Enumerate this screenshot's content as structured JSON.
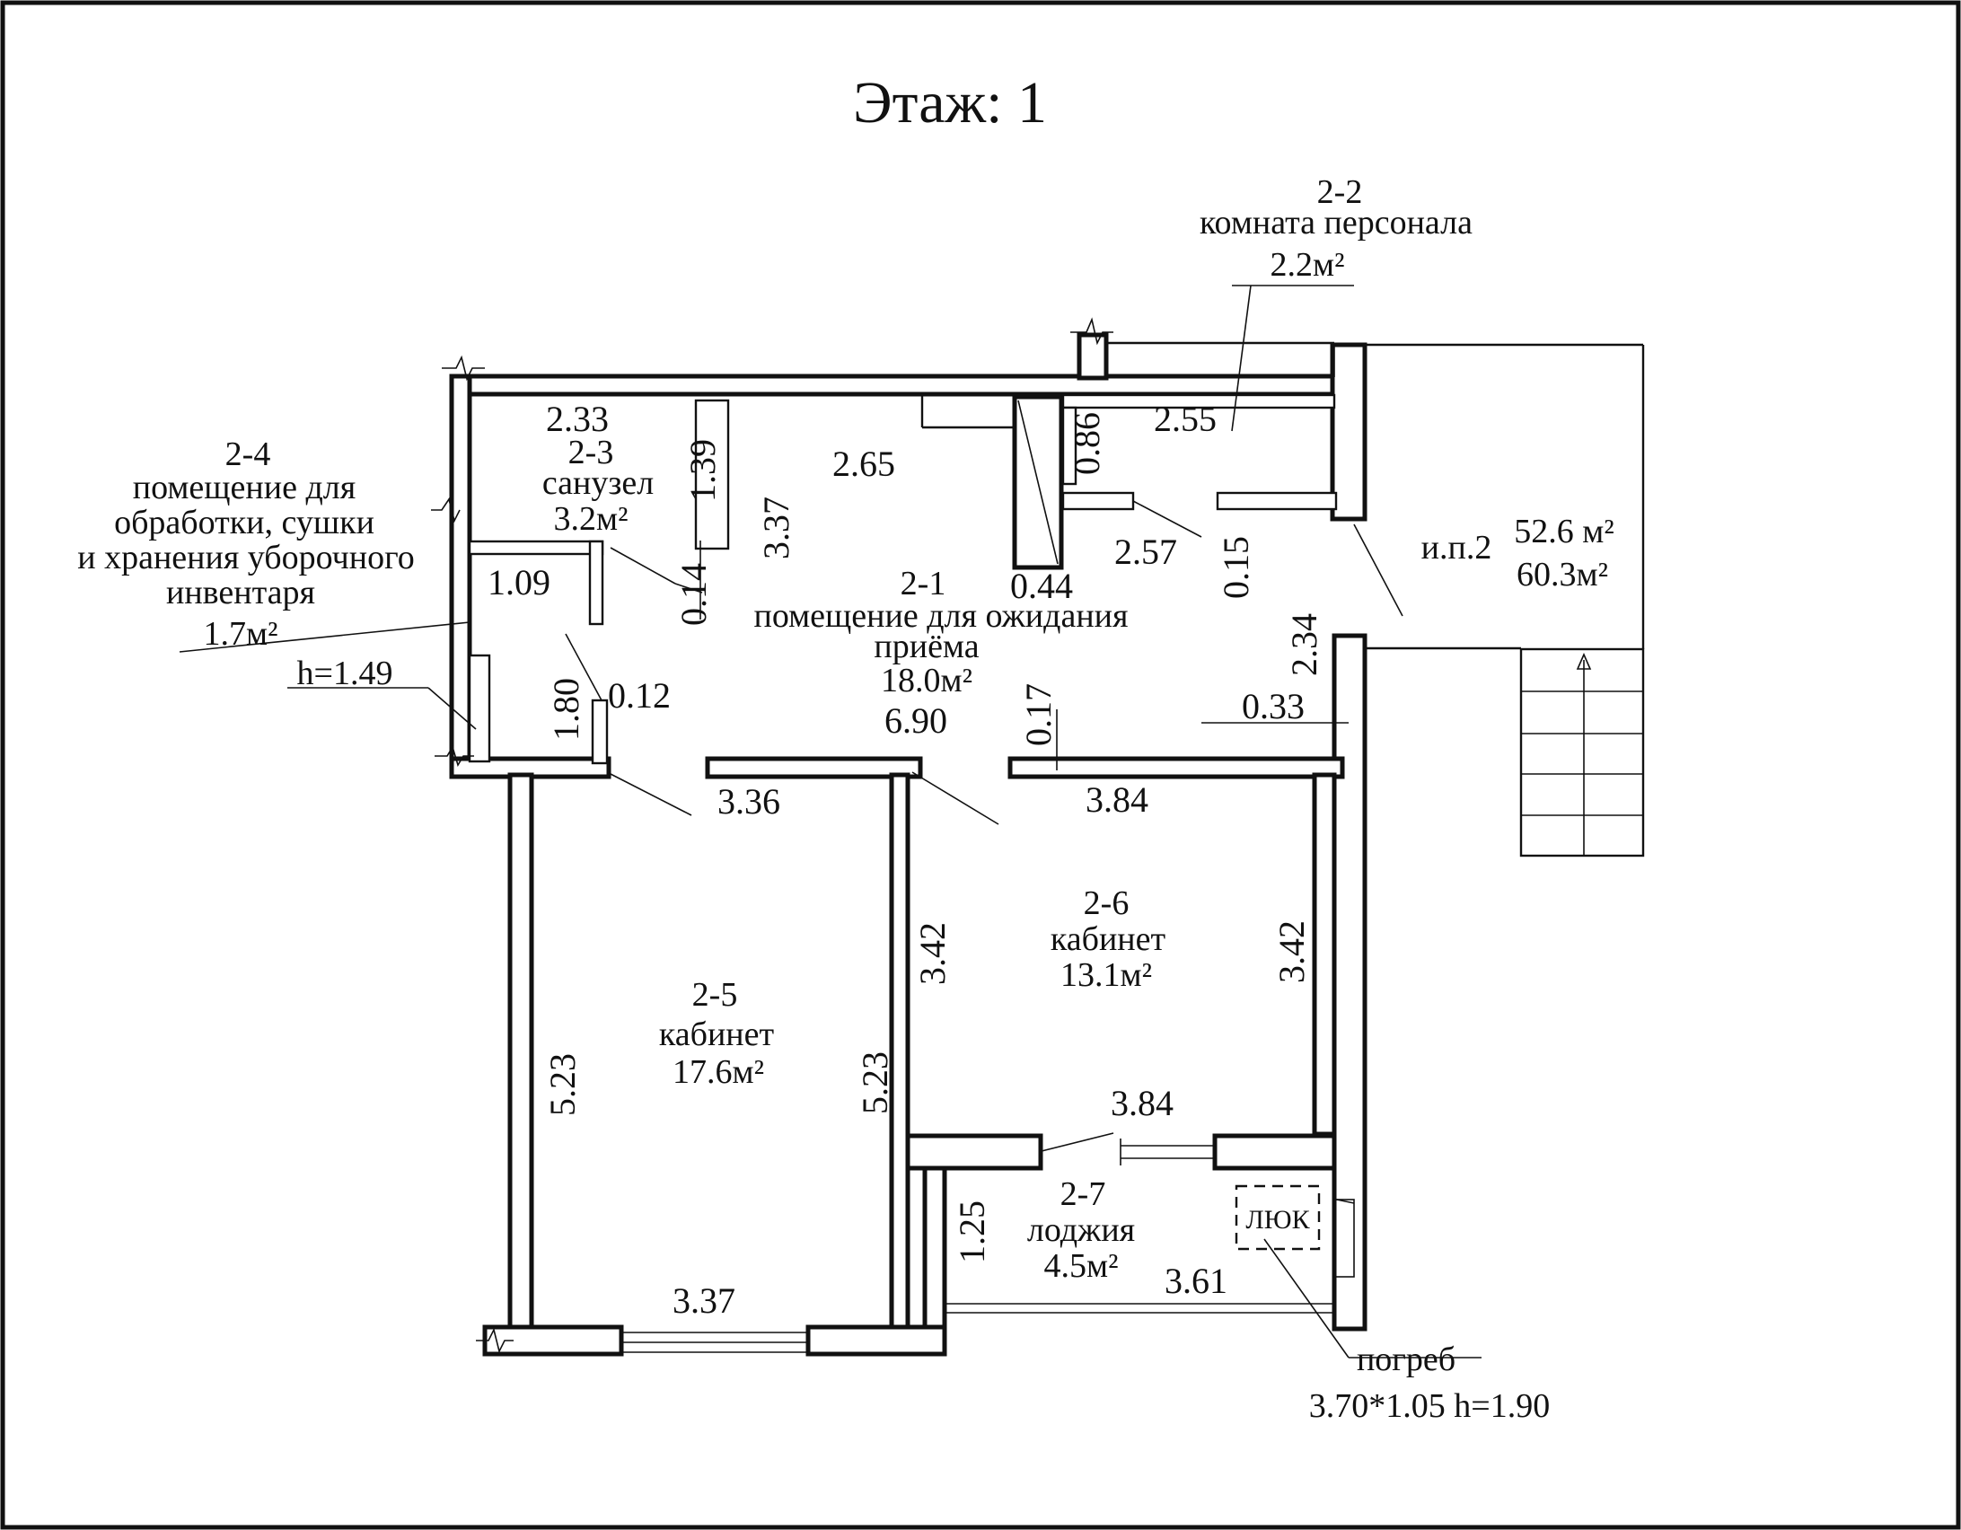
{
  "floor": "Этаж: 1",
  "rooms": {
    "r22": {
      "id": "2-2",
      "name": "комната персонала",
      "area": "2.2м²"
    },
    "r24": {
      "id": "2-4",
      "name_lines": [
        "помещение для",
        "обработки, сушки",
        "и хранения уборочного",
        "инвентаря"
      ],
      "area": "1.7м²",
      "height": "h=1.49"
    },
    "r23": {
      "id": "2-3",
      "name": "санузел",
      "area": "3.2м²"
    },
    "r21": {
      "id": "2-1",
      "name_lines": [
        "помещение для ожидания",
        "приёма"
      ],
      "area": "18.0м²"
    },
    "ip2": {
      "name": "и.п.2",
      "area1": "52.6 м²",
      "area2": "60.3м²"
    },
    "r25": {
      "id": "2-5",
      "name": "кабинет",
      "area": "17.6м²"
    },
    "r26": {
      "id": "2-6",
      "name": "кабинет",
      "area": "13.1м²"
    },
    "r27": {
      "id": "2-7",
      "name": "лоджия",
      "area": "4.5м²"
    }
  },
  "hatch": "ЛЮК",
  "cellar": {
    "name": "погреб",
    "size": "3.70*1.05 h=1.90"
  },
  "dims": {
    "d233": "2.33",
    "d139": "1.39",
    "d265": "2.65",
    "d086": "0.86",
    "d255": "2.55",
    "d337a": "3.37",
    "d109": "1.09",
    "d014": "0.14",
    "d044": "0.44",
    "d257": "2.57",
    "d015": "0.15",
    "d234": "2.34",
    "d690": "6.90",
    "d180": "1.80",
    "d012": "0.12",
    "d017": "0.17",
    "d033": "0.33",
    "d336": "3.36",
    "d384a": "3.84",
    "d342a": "3.42",
    "d342b": "3.42",
    "d523a": "5.23",
    "d523b": "5.23",
    "d384b": "3.84",
    "d125": "1.25",
    "d361": "3.61",
    "d337b": "3.37"
  }
}
